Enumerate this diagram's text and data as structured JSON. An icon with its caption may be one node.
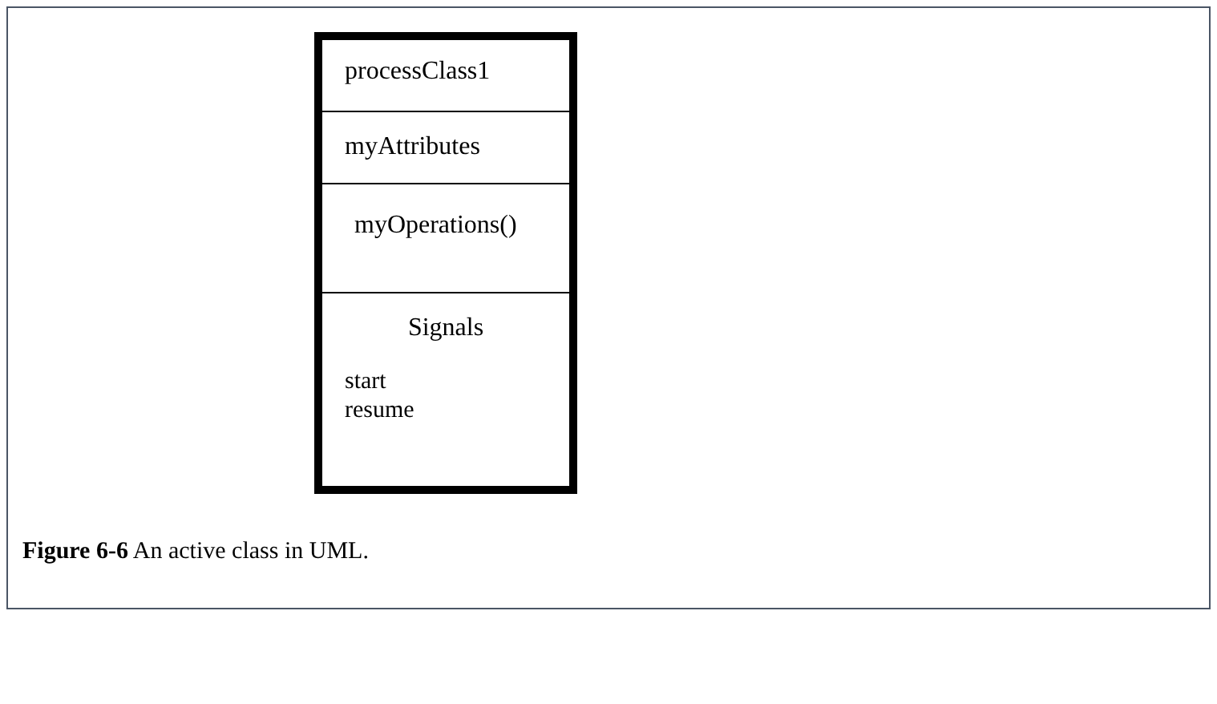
{
  "diagram": {
    "caption": "**Figure 6-6** An active class in UML.",
    "nodes": [
      {
        "text": [],
        "shape": "box"
      },
      {
        "text": [
          "processClass1"
        ],
        "in": 0
      },
      {
        "text": [
          "myAttributes"
        ],
        "in": 0
      },
      {
        "text": [
          "myOperations()"
        ],
        "in": 0
      },
      {
        "text": [
          "Signals",
          "start resume"
        ],
        "in": 0
      }
    ]
  }
}
